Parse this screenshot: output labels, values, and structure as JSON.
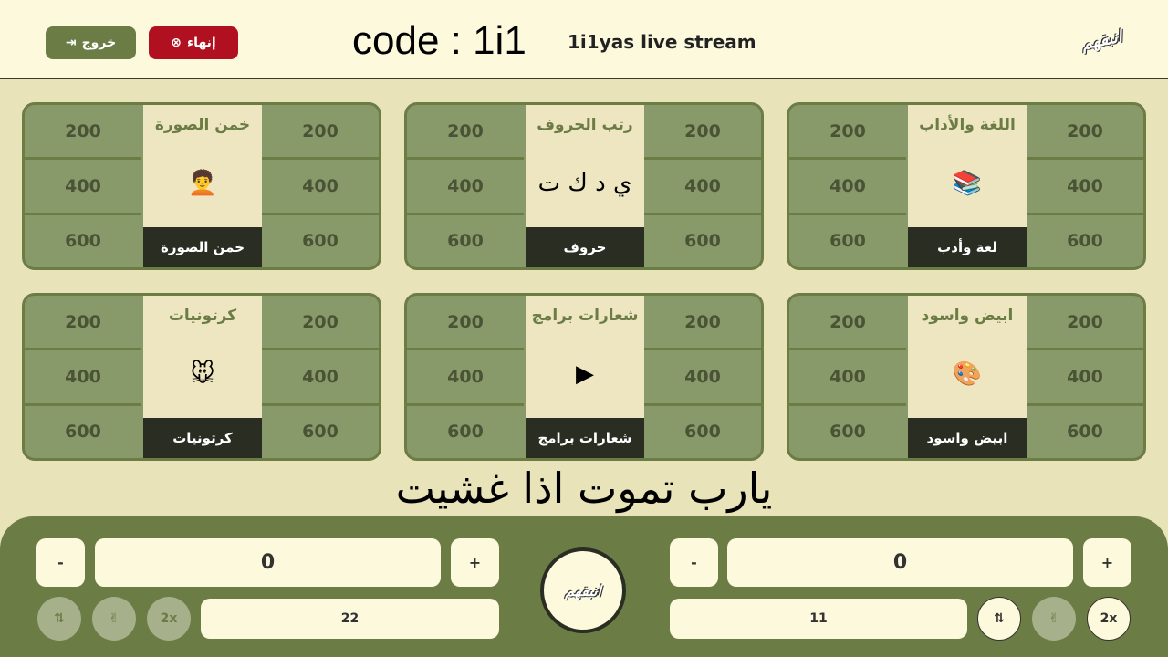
{
  "header": {
    "exit_label": "خروج",
    "end_label": "إنهاء",
    "code": "code : 1i1",
    "stream": "1i1yas live stream",
    "logo": "انبقهم"
  },
  "points": [
    "200",
    "400",
    "600"
  ],
  "categories": [
    {
      "title": "خمن الصورة",
      "label": "خمن الصورة",
      "art": "🧑‍🦱"
    },
    {
      "title": "رتب الحروف",
      "label": "حروف",
      "art": "ي د ك ت"
    },
    {
      "title": "اللغة والأداب",
      "label": "لغة وأدب",
      "art": "📚"
    },
    {
      "title": "كرتونيات",
      "label": "كرتونيات",
      "art": "🐭"
    },
    {
      "title": "شعارات برامج",
      "label": "شعارات برامج",
      "art": "▶"
    },
    {
      "title": "ابيض واسود",
      "label": "ابيض واسود",
      "art": "🎨"
    }
  ],
  "teams": [
    {
      "score": "0",
      "name": "22",
      "minus": "-",
      "plus": "+",
      "double": "2x"
    },
    {
      "score": "0",
      "name": "11",
      "minus": "-",
      "plus": "+",
      "double": "2x"
    }
  ],
  "overlay_text": "يارب تموت اذا غشيت"
}
